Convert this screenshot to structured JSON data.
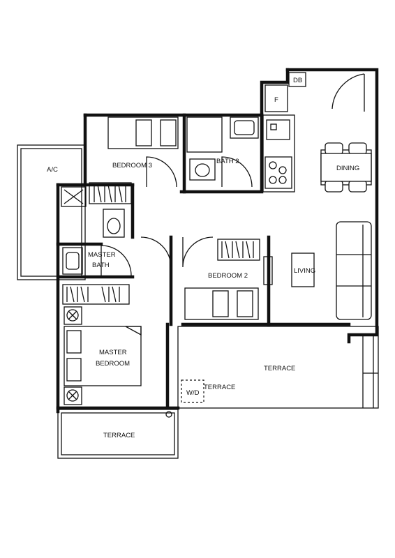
{
  "floorplan": {
    "rooms": {
      "ac": "A/C",
      "bedroom3": "BEDROOM 3",
      "bath2": "BATH 2",
      "dining": "DINING",
      "master_bath": [
        "MASTER",
        "BATH"
      ],
      "bedroom2": "BEDROOM 2",
      "living": "LIVING",
      "master_bedroom": [
        "MASTER",
        "BEDROOM"
      ],
      "terrace_right": "TERRACE",
      "terrace_mid": "TERRACE",
      "terrace_bottom": "TERRACE",
      "wd": "W/D",
      "db": "DB",
      "fridge": "F"
    }
  }
}
